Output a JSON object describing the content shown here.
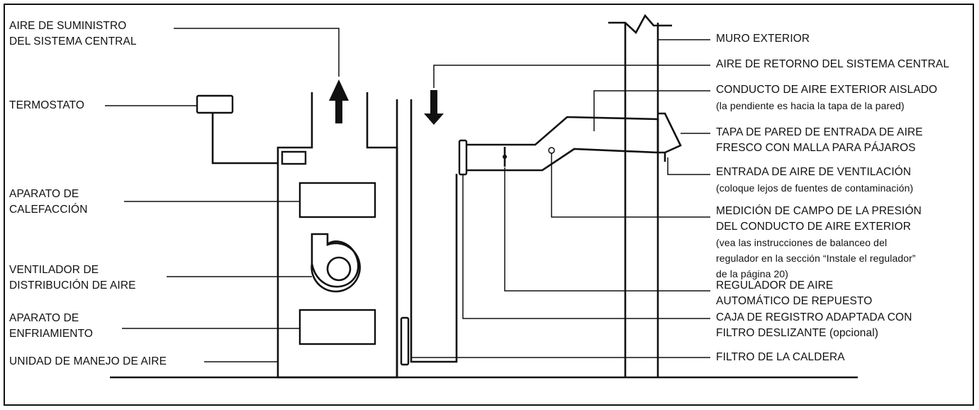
{
  "labels": {
    "aire_suministro": [
      "AIRE DE SUMINISTRO",
      "DEL SISTEMA CENTRAL"
    ],
    "termostato": [
      "TERMOSTATO"
    ],
    "calefaccion": [
      "APARATO DE",
      "CALEFACCIÓN"
    ],
    "ventilador": [
      "VENTILADOR DE",
      "DISTRIBUCIÓN DE AIRE"
    ],
    "enfriamiento": [
      "APARATO DE",
      "ENFRIAMIENTO"
    ],
    "unidad": [
      "UNIDAD DE MANEJO DE AIRE"
    ],
    "muro": [
      "MURO EXTERIOR"
    ],
    "aire_retorno": [
      "AIRE DE RETORNO DEL SISTEMA CENTRAL"
    ],
    "conducto": [
      "CONDUCTO DE AIRE EXTERIOR AISLADO",
      "(la pendiente es hacia la tapa de la pared)"
    ],
    "tapa": [
      "TAPA DE PARED DE ENTRADA DE AIRE",
      "FRESCO CON MALLA PARA PÁJAROS"
    ],
    "entrada": [
      "ENTRADA DE AIRE DE VENTILACIÓN",
      "(coloque lejos de fuentes de contaminación)"
    ],
    "medicion": [
      "MEDICIÓN DE CAMPO DE LA PRESIÓN",
      "DEL CONDUCTO DE AIRE EXTERIOR",
      "(vea las instrucciones de balanceo del",
      "regulador en la sección “Instale el regulador”",
      "de la página 20)"
    ],
    "regulador": [
      "REGULADOR DE AIRE",
      "AUTOMÁTICO DE REPUESTO"
    ],
    "caja": [
      "CAJA DE REGISTRO ADAPTADA CON",
      "FILTRO DESLIZANTE (opcional)"
    ],
    "filtro": [
      "FILTRO DE LA CALDERA"
    ]
  }
}
